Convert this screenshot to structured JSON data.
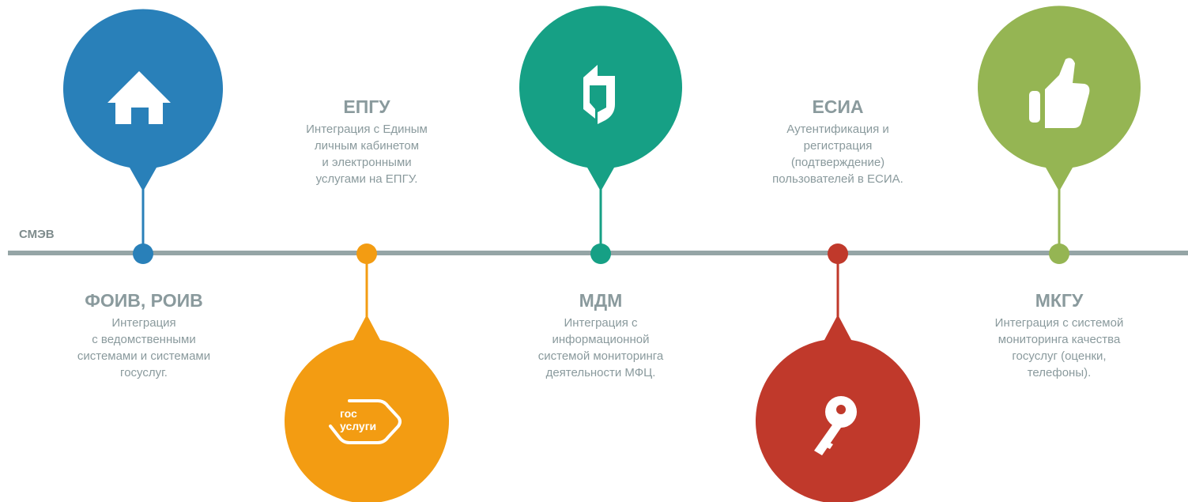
{
  "bus": {
    "label": "СМЭВ",
    "color": "#95a5a6"
  },
  "nodes": [
    {
      "id": "foiv",
      "title": "ФОИВ, РОИВ",
      "icon": "house-icon",
      "color": "#2980b9",
      "description": "Интеграция\nс ведомственными\nсистемами и системами\nгосуслуг."
    },
    {
      "id": "epgu",
      "title": "ЕПГУ",
      "icon": "gosuslugi-logo-icon",
      "color": "#f39c12",
      "icon_text": [
        "гос",
        "услуги"
      ],
      "description": "Интеграция с Единым\nличным кабинетом\nи электронными\nуслугами на ЕПГУ."
    },
    {
      "id": "mdm",
      "title": "МДМ",
      "icon": "mfc-logo-icon",
      "color": "#16a085",
      "description": "Интеграция с\nинформационной\nсистемой мониторинга\nдеятельности МФЦ."
    },
    {
      "id": "esia",
      "title": "ЕСИА",
      "icon": "key-icon",
      "color": "#c0392b",
      "description": "Аутентификация и\nрегистрация\n(подтверждение)\nпользователей в ЕСИА."
    },
    {
      "id": "mkgu",
      "title": "МКГУ",
      "icon": "thumbs-up-icon",
      "color": "#95b553",
      "description": "Интеграция с системой\nмониторинга качества\nгосуслуг (оценки,\nтелефоны)."
    }
  ]
}
